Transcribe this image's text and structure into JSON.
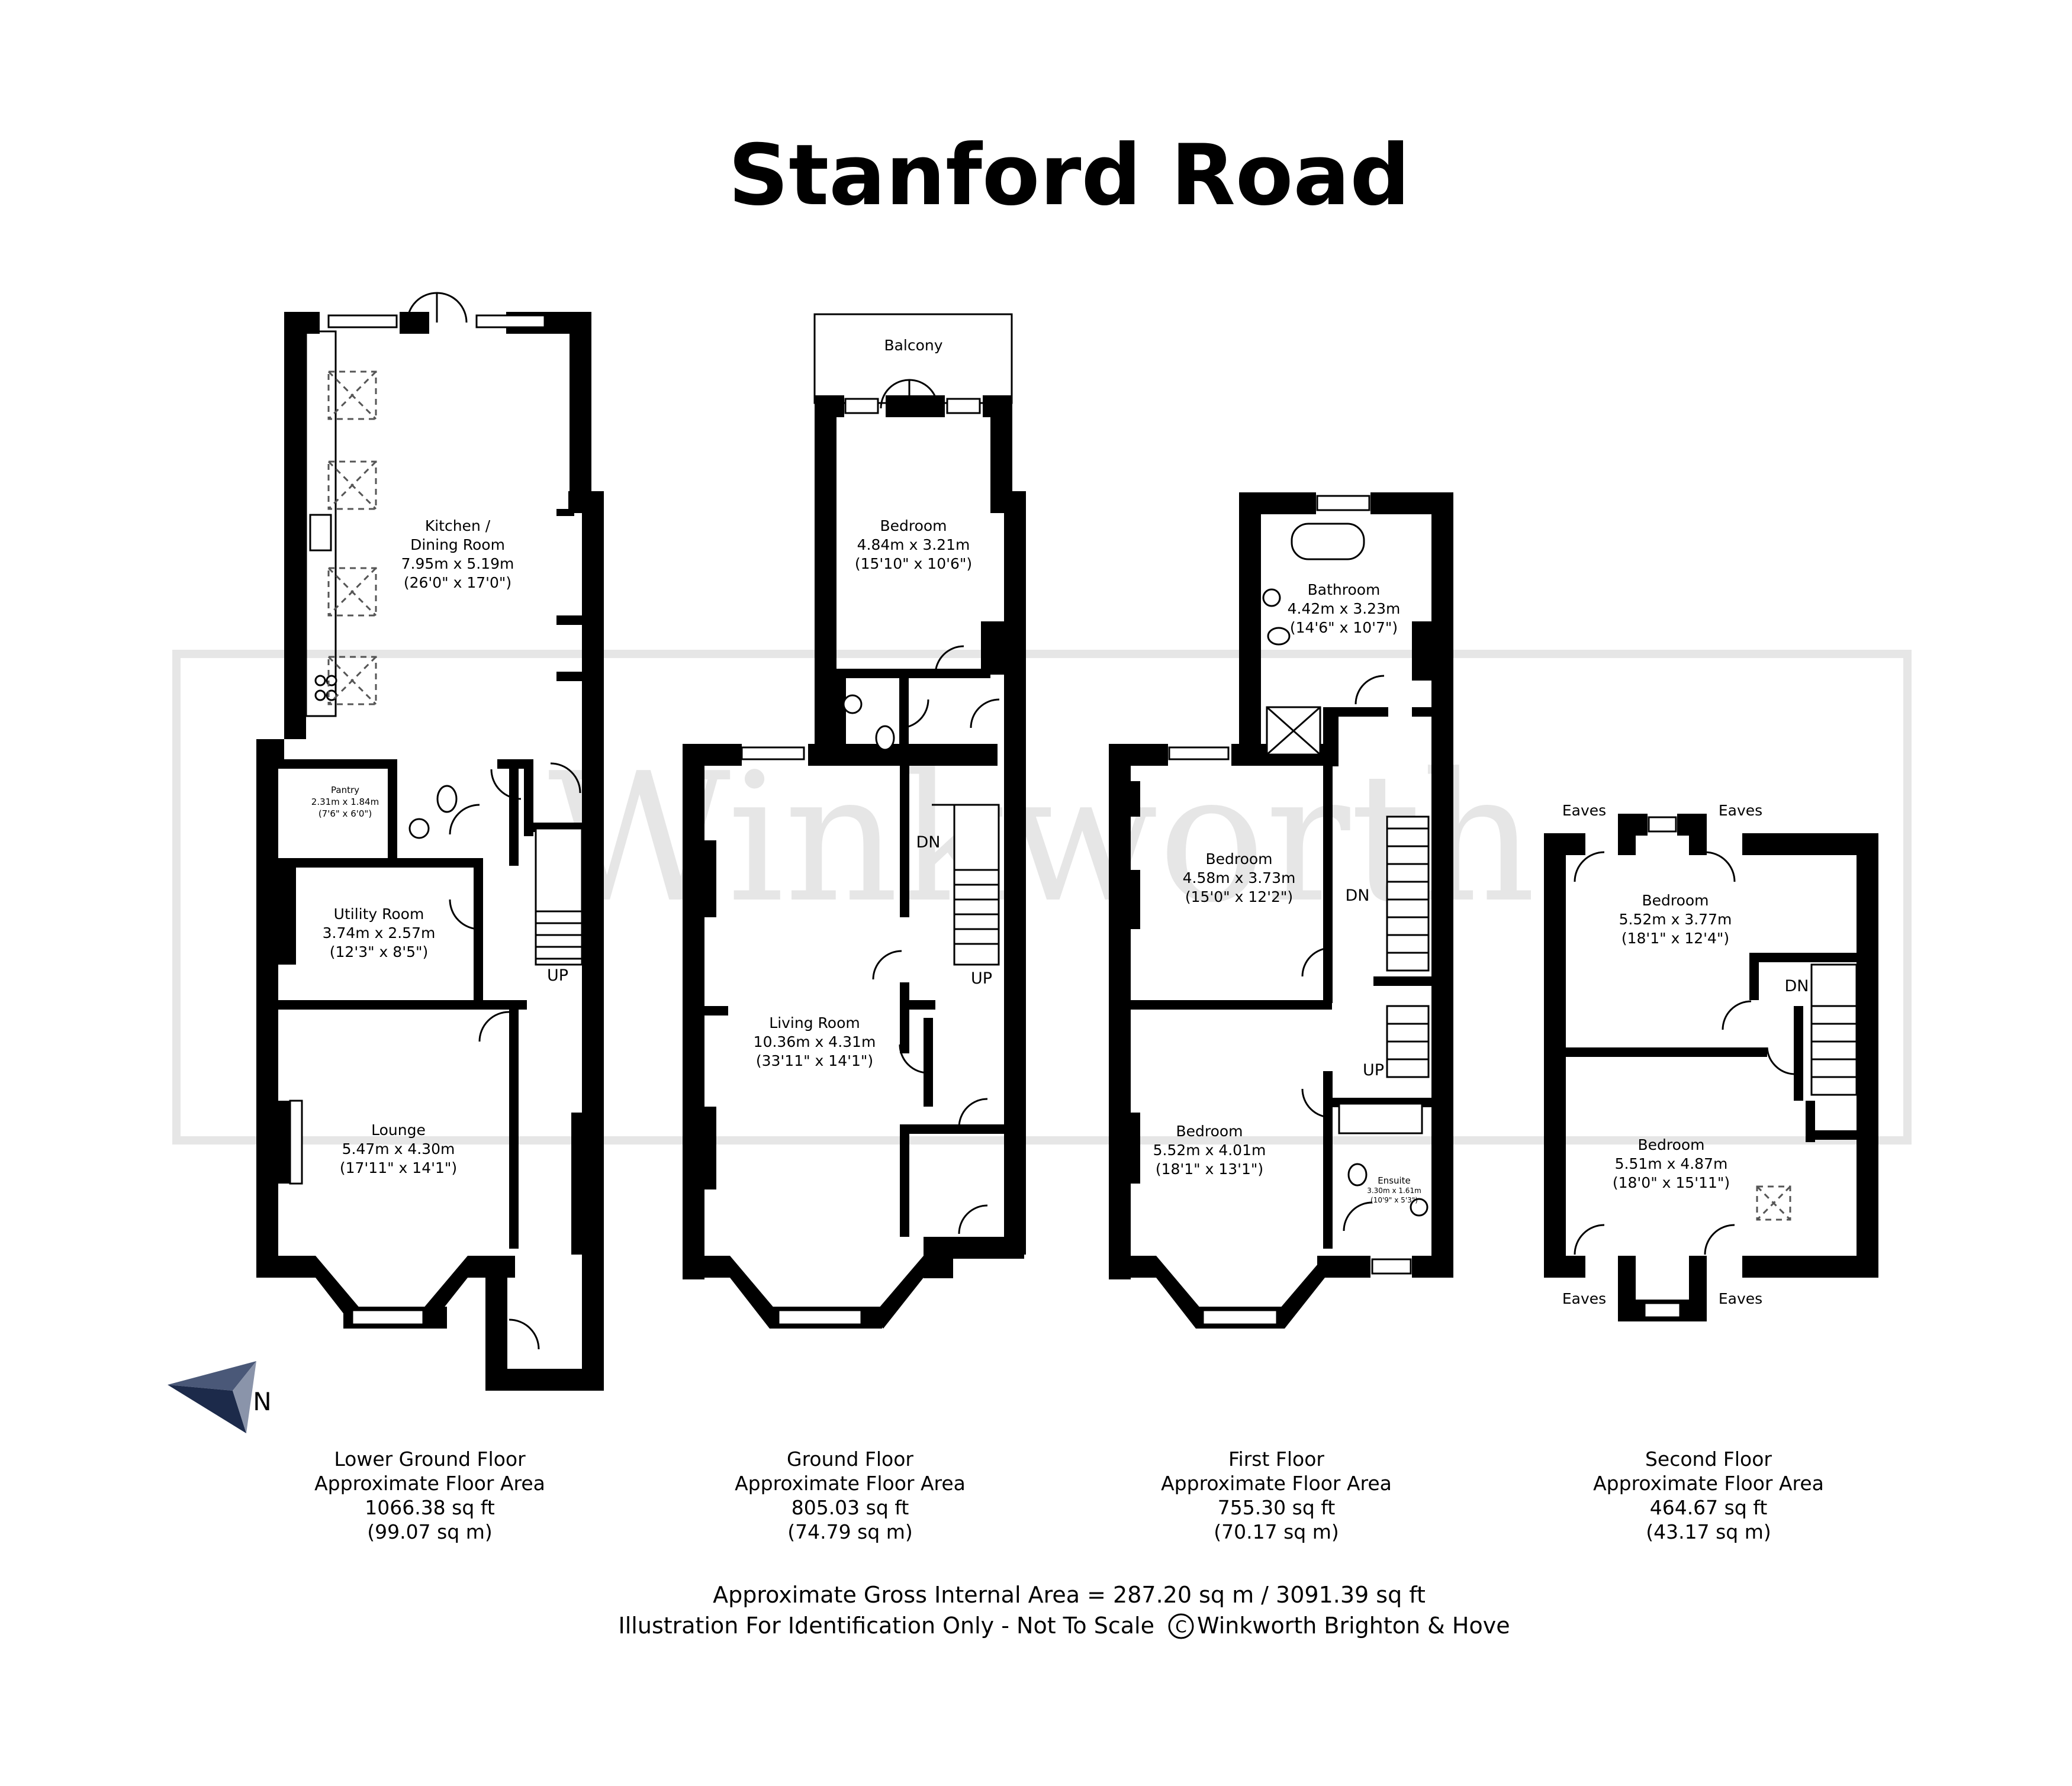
{
  "title": "Stanford Road",
  "watermark": "Winkworth",
  "compass": "N",
  "floors": {
    "lower_ground": {
      "name": "Lower Ground Floor",
      "area_label": "Approximate Floor Area",
      "sqft": "1066.38 sq ft",
      "sqm": "(99.07 sq m)",
      "rooms": {
        "kitchen": {
          "name": "Kitchen /",
          "name2": "Dining Room",
          "metric": "7.95m x 5.19m",
          "imperial": "(26'0\" x 17'0\")"
        },
        "pantry": {
          "name": "Pantry",
          "metric": "2.31m x 1.84m",
          "imperial": "(7'6\" x 6'0\")"
        },
        "utility": {
          "name": "Utility Room",
          "metric": "3.74m x 2.57m",
          "imperial": "(12'3\" x 8'5\")"
        },
        "lounge": {
          "name": "Lounge",
          "metric": "5.47m x 4.30m",
          "imperial": "(17'11\" x 14'1\")"
        }
      },
      "up": "UP"
    },
    "ground": {
      "name": "Ground Floor",
      "area_label": "Approximate Floor Area",
      "sqft": "805.03 sq ft",
      "sqm": "(74.79 sq m)",
      "rooms": {
        "balcony": {
          "name": "Balcony"
        },
        "bedroom": {
          "name": "Bedroom",
          "metric": "4.84m x 3.21m",
          "imperial": "(15'10\" x 10'6\")"
        },
        "living": {
          "name": "Living Room",
          "metric": "10.36m x 4.31m",
          "imperial": "(33'11\" x 14'1\")"
        }
      },
      "dn": "DN",
      "up": "UP"
    },
    "first": {
      "name": "First Floor",
      "area_label": "Approximate Floor Area",
      "sqft": "755.30 sq ft",
      "sqm": "(70.17 sq m)",
      "rooms": {
        "bathroom": {
          "name": "Bathroom",
          "metric": "4.42m x 3.23m",
          "imperial": "(14'6\" x 10'7\")"
        },
        "bedroom1": {
          "name": "Bedroom",
          "metric": "4.58m x 3.73m",
          "imperial": "(15'0\" x 12'2\")"
        },
        "bedroom2": {
          "name": "Bedroom",
          "metric": "5.52m x 4.01m",
          "imperial": "(18'1\" x 13'1\")"
        },
        "ensuite": {
          "name": "Ensuite",
          "metric": "3.30m x 1.61m",
          "imperial": "(10'9\" x 5'3\")"
        }
      },
      "dn": "DN",
      "up": "UP"
    },
    "second": {
      "name": "Second Floor",
      "area_label": "Approximate Floor Area",
      "sqft": "464.67 sq ft",
      "sqm": "(43.17 sq m)",
      "rooms": {
        "bedroom1": {
          "name": "Bedroom",
          "metric": "5.52m x 3.77m",
          "imperial": "(18'1\" x 12'4\")"
        },
        "bedroom2": {
          "name": "Bedroom",
          "metric": "5.51m x 4.87m",
          "imperial": "(18'0\" x 15'11\")"
        }
      },
      "eaves": "Eaves",
      "dn": "DN"
    }
  },
  "footer": {
    "gross": "Approximate Gross Internal Area = 287.20 sq m / 3091.39 sq ft",
    "illustration": "Illustration For Identification Only - Not To Scale",
    "copyright_symbol": "C",
    "agent": "Winkworth Brighton & Hove"
  },
  "colors": {
    "compass_dark": "#1c2a4a",
    "compass_light": "#4a5878",
    "watermark": "#e6e6e6"
  }
}
